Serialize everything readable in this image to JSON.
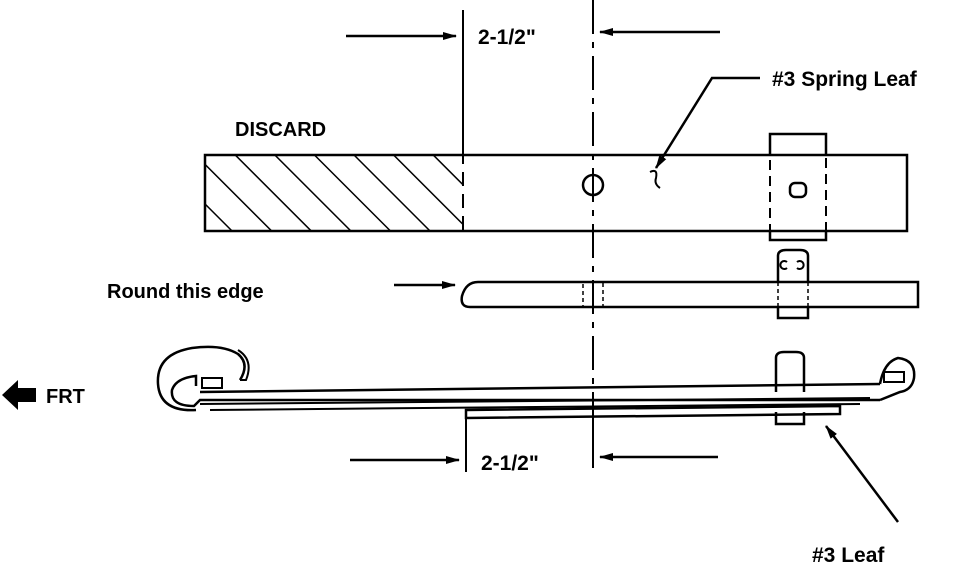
{
  "labels": {
    "top_dimension": "2-1/2\"",
    "bottom_dimension": "2-1/2\"",
    "spring_leaf": "#3 Spring Leaf",
    "discard": "DISCARD",
    "round_edge": "Round this edge",
    "front": "FRT",
    "leaf": "#3 Leaf"
  }
}
